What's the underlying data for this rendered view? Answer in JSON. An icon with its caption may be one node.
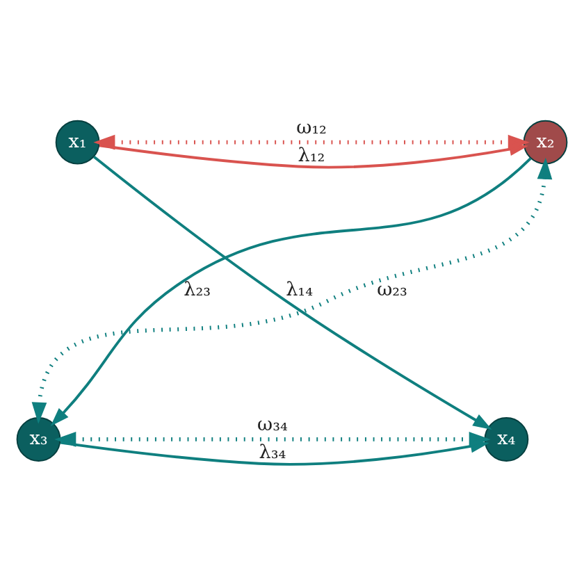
{
  "diagram": {
    "nodes": [
      {
        "text": [
          "x₁"
        ]
      },
      {
        "text": [
          "x₂"
        ]
      },
      {
        "text": [
          "x₃"
        ]
      },
      {
        "text": [
          "x₄"
        ]
      }
    ],
    "edges": [
      {
        "from": 0,
        "to": 1,
        "arrow": "to",
        "label": "λ₁₂",
        "color": "#d9534f"
      },
      {
        "from": 0,
        "to": 1,
        "arrow": "both",
        "label": "ω₁₂",
        "style": "dashed",
        "color": "#d9534f"
      },
      {
        "from": 0,
        "to": 3,
        "arrow": "to",
        "label": "λ₁₄"
      },
      {
        "from": 1,
        "to": 2,
        "arrow": "to",
        "label": "λ₂₃"
      },
      {
        "from": 1,
        "to": 2,
        "arrow": "both",
        "label": "ω₂₃",
        "style": "dashed"
      },
      {
        "from": 2,
        "to": 3,
        "arrow": "to",
        "label": "λ₃₄"
      },
      {
        "from": 2,
        "to": 3,
        "arrow": "both",
        "label": "ω₃₄",
        "style": "dashed"
      }
    ]
  }
}
